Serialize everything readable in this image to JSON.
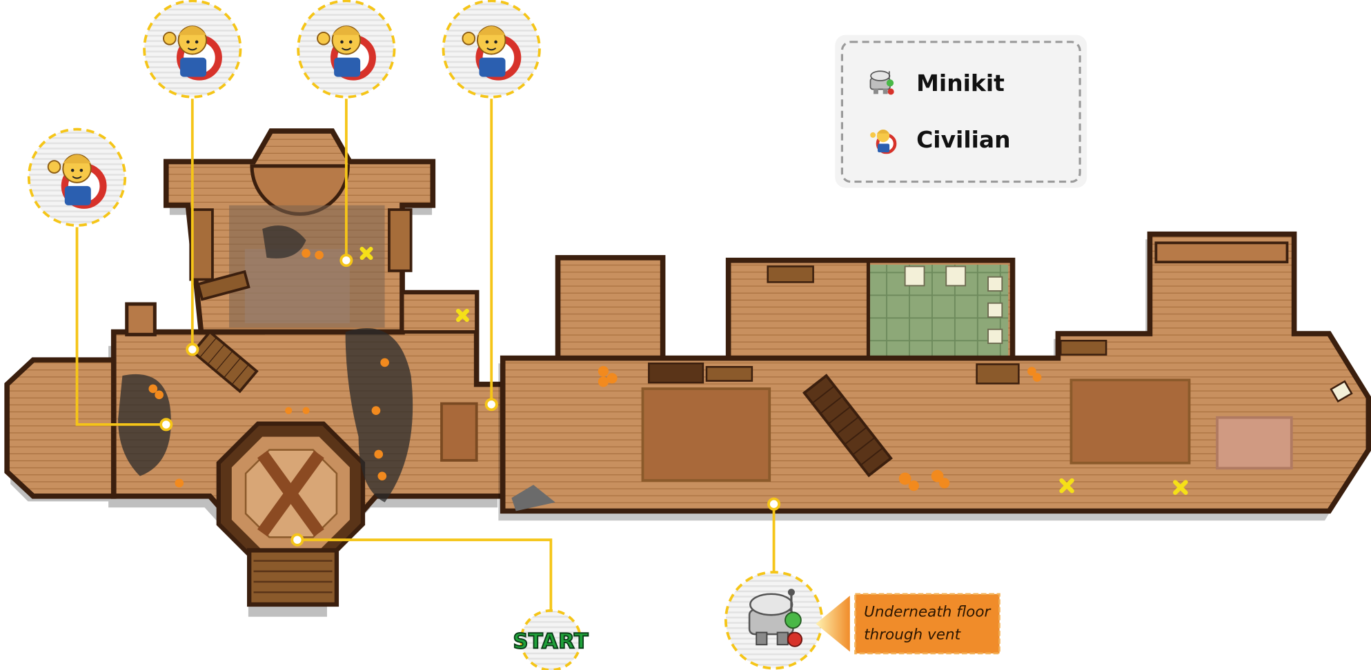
{
  "legend": {
    "items": [
      {
        "label": "Minikit",
        "icon": "minikit-icon"
      },
      {
        "label": "Civilian",
        "icon": "civilian-icon"
      }
    ]
  },
  "start_label": "START",
  "note": {
    "line1": "Underneath floor",
    "line2": "through vent"
  },
  "markers": {
    "civilian_count": 4,
    "minikit_count": 1
  },
  "colors": {
    "path_line": "#f5c518",
    "wall": "#3b1f0e",
    "floor": "#c8905f",
    "tile_floor": "#8da878",
    "note_bg": "#f08c2a",
    "start_green": "#1fa23a"
  }
}
